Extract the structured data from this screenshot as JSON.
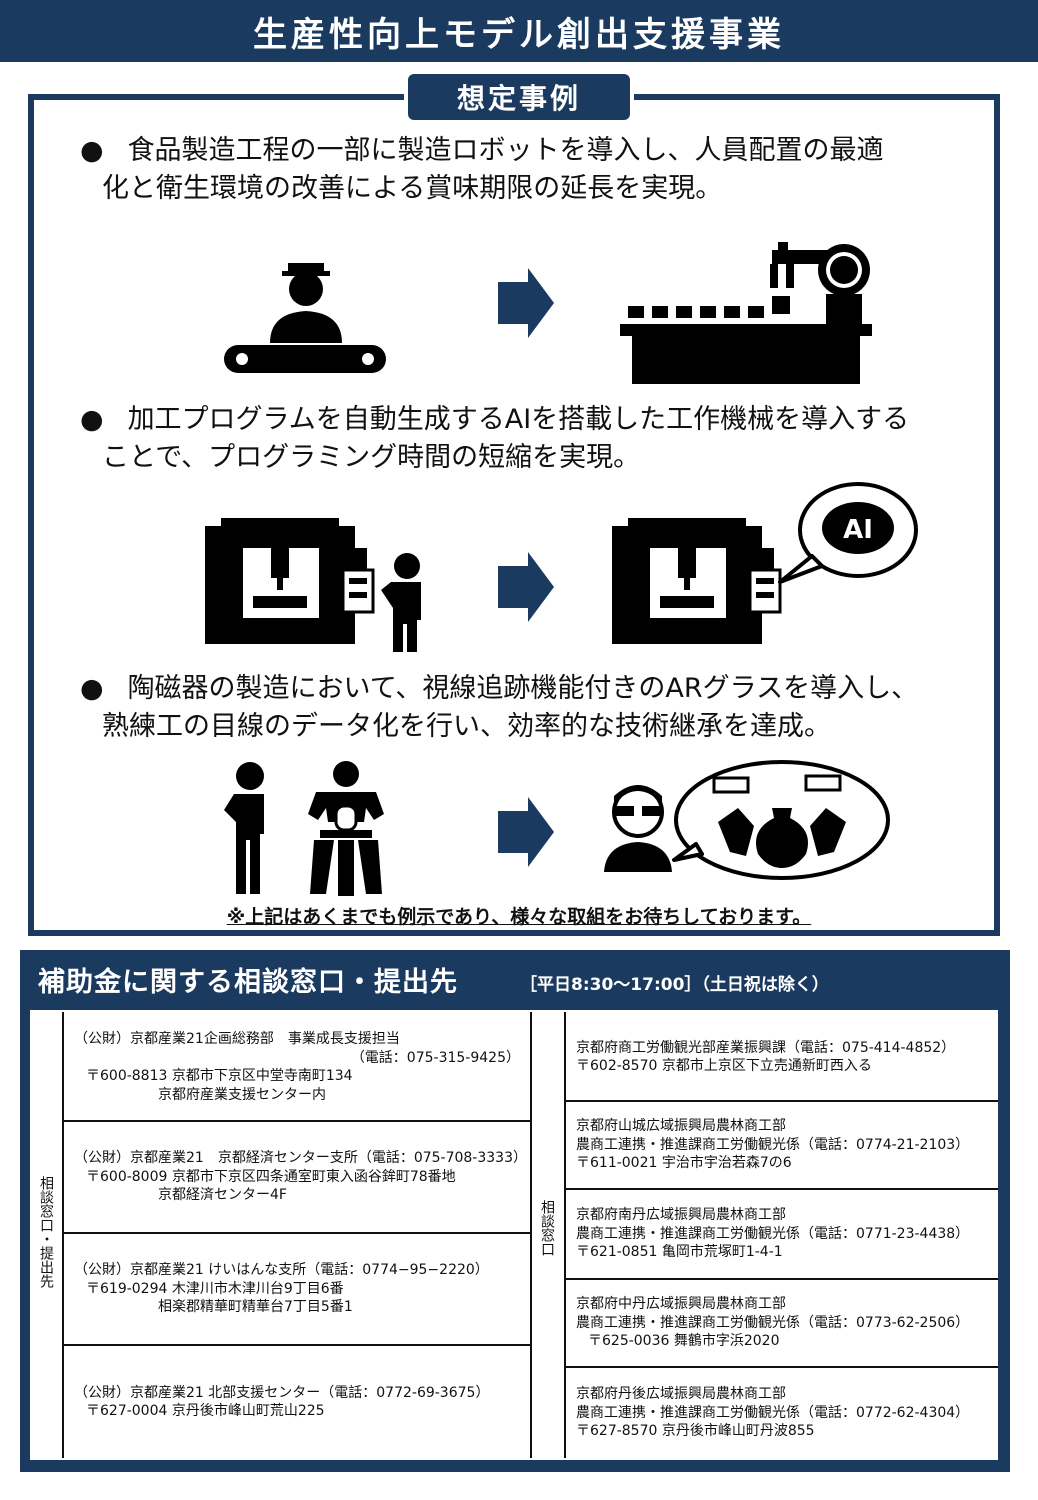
{
  "header": {
    "title": "生産性向上モデル創出支援事業"
  },
  "cases": {
    "tab_label": "想定事例",
    "bullet": "●",
    "items": [
      {
        "line1": "食品製造工程の一部に製造ロボットを導入し、人員配置の最適",
        "line2": "化と衛生環境の改善による賞味期限の延長を実現。"
      },
      {
        "line1": "加工プログラムを自動生成するAIを搭載した工作機械を導入する",
        "line2": "ことで、プログラミング時間の短縮を実現。"
      },
      {
        "line1": "陶磁器の製造において、視線追跡機能付きのARグラスを導入し、",
        "line2": "熟練工の目線のデータ化を行い、効率的な技術継承を達成。"
      }
    ],
    "ai_badge": "AI",
    "note": "※上記はあくまでも例示であり、様々な取組をお待ちしております。"
  },
  "contact": {
    "title": "補助金に関する相談窓口・提出先",
    "hours": "［平日8:30〜17:00］（土日祝は除く）",
    "left_label": "相談窓口・提出先",
    "right_label": "相談窓口",
    "left_entries": [
      {
        "lines": [
          "（公財）京都産業21企画総務部　事業成長支援担当",
          "（電話：075-315-9425）",
          "〒600-8813 京都市下京区中堂寺南町134",
          "京都府産業支援センター内"
        ]
      },
      {
        "lines": [
          "（公財）京都産業21　京都経済センター支所（電話：075-708-3333）",
          "〒600-8009 京都市下京区四条通室町東入函谷鉾町78番地",
          "京都経済センター4F"
        ]
      },
      {
        "lines": [
          "（公財）京都産業21 けいはんな支所（電話：0774−95−2220）",
          "〒619-0294 木津川市木津川台9丁目6番",
          "相楽郡精華町精華台7丁目5番1"
        ]
      },
      {
        "lines": [
          "（公財）京都産業21 北部支援センター（電話：0772-69-3675）",
          "〒627-0004 京丹後市峰山町荒山225"
        ]
      }
    ],
    "right_entries": [
      {
        "lines": [
          "京都府商工労働観光部産業振興課（電話：075-414-4852）",
          "〒602-8570 京都市上京区下立売通新町西入る"
        ]
      },
      {
        "lines": [
          "京都府山城広域振興局農林商工部",
          "農商工連携・推進課商工労働観光係（電話：0774-21-2103）",
          "〒611-0021 宇治市宇治若森7の6"
        ]
      },
      {
        "lines": [
          "京都府南丹広域振興局農林商工部",
          "農商工連携・推進課商工労働観光係（電話：0771-23-4438）",
          "〒621-0851 亀岡市荒塚町1-4-1"
        ]
      },
      {
        "lines": [
          "京都府中丹広域振興局農林商工部",
          "農商工連携・推進課商工労働観光係（電話：0773-62-2506）",
          "〒625-0036 舞鶴市字浜2020"
        ]
      },
      {
        "lines": [
          "京都府丹後広域振興局農林商工部",
          "農商工連携・推進課商工労働観光係（電話：0772-62-4304）",
          "〒627-8570 京丹後市峰山町丹波855"
        ]
      }
    ],
    "colors": {
      "navy": "#1b3a60",
      "arrow": "#1b3a60"
    }
  }
}
